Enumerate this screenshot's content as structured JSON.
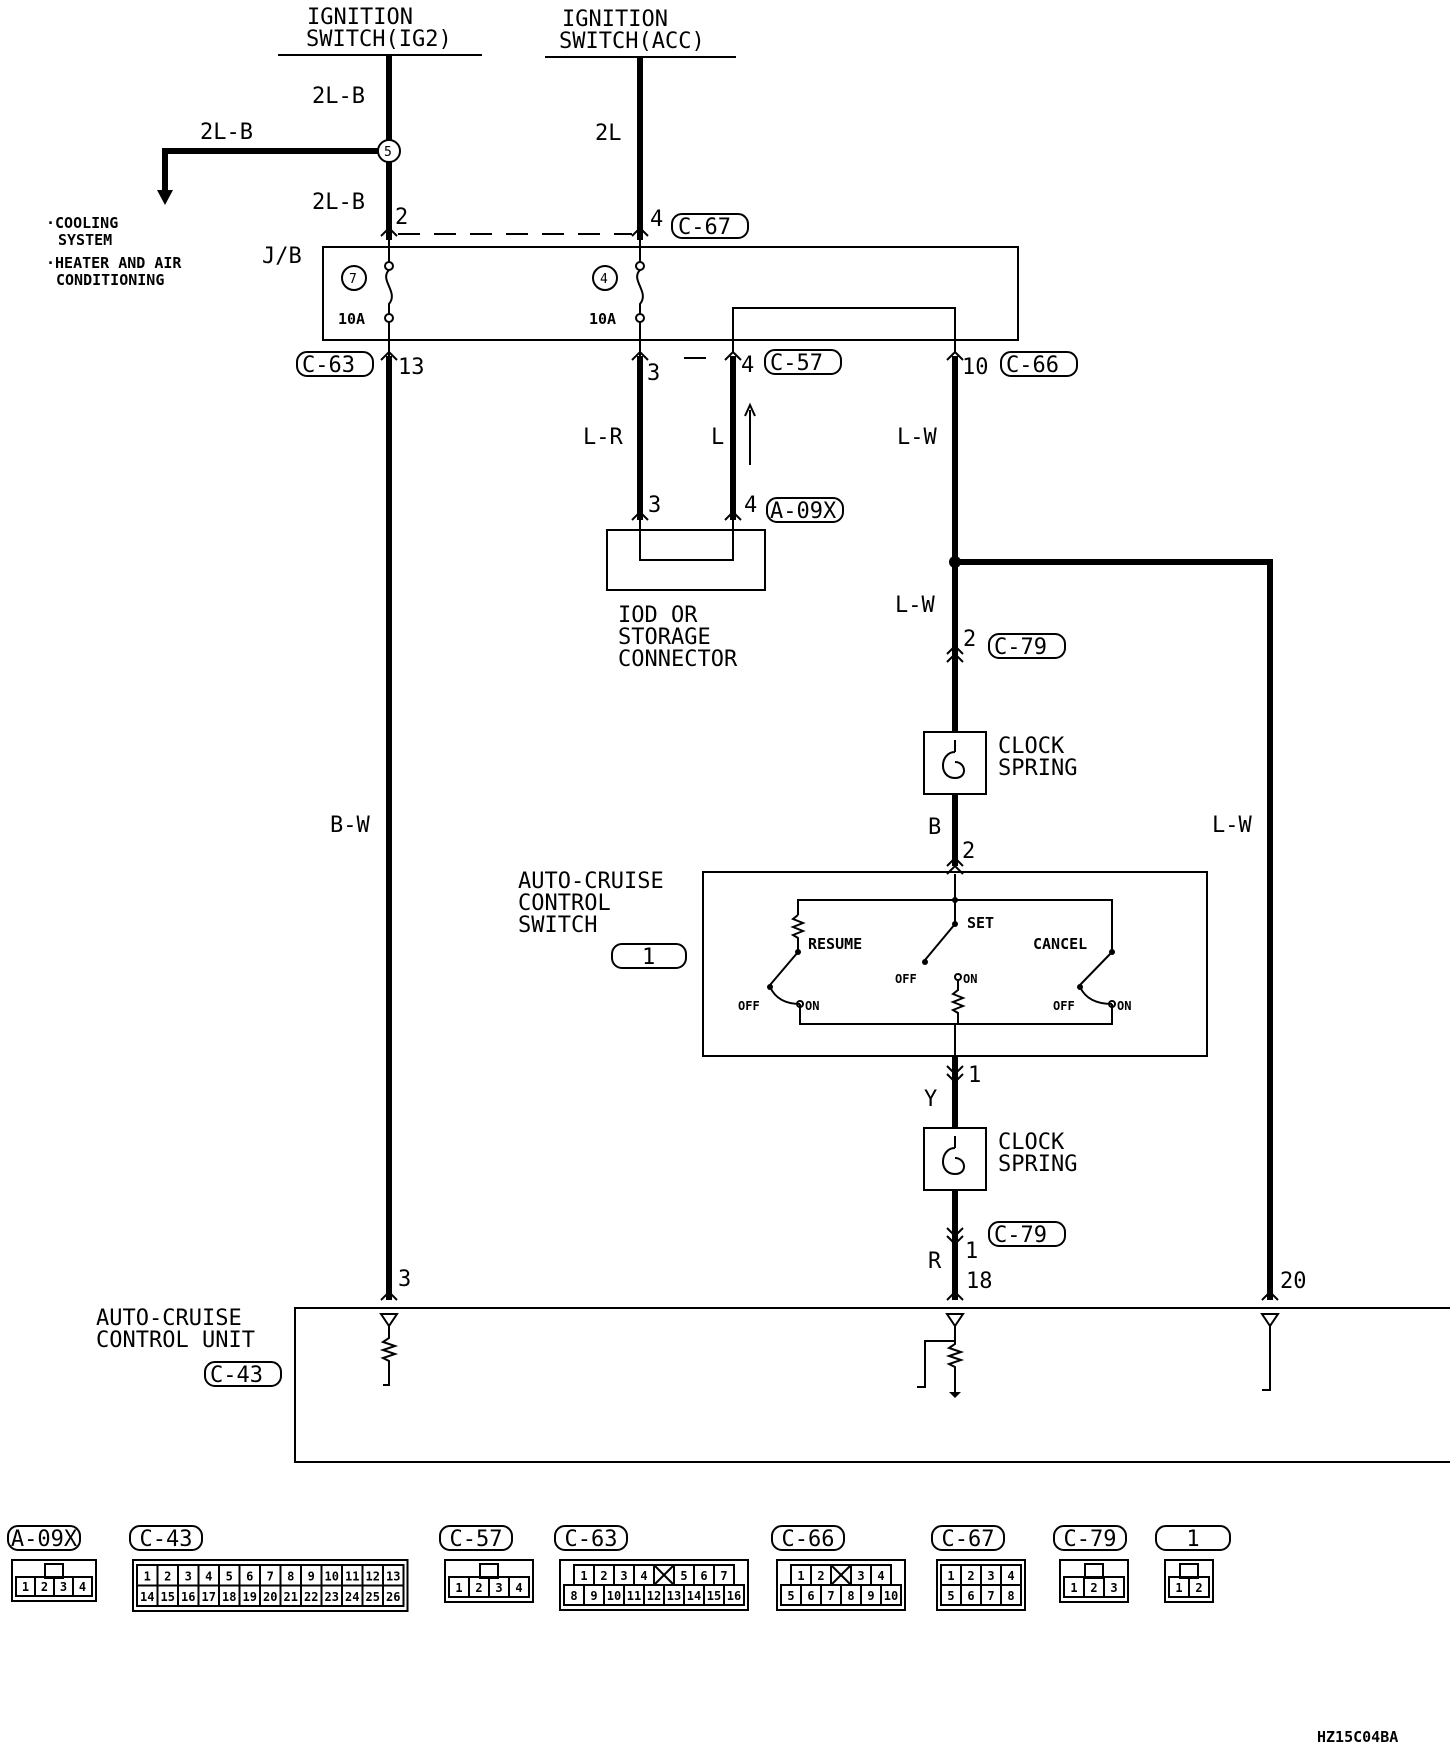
{
  "diagram": {
    "power": {
      "ig2_label_1": "IGNITION",
      "ig2_label_2": "SWITCH(IG2)",
      "acc_label_1": "IGNITION",
      "acc_label_2": "SWITCH(ACC)"
    },
    "wires": {
      "ig2_top": "2L-B",
      "ig2_branch": "2L-B",
      "ig2_lower": "2L-B",
      "acc_top": "2L",
      "c63_wire": "B-W",
      "iod_left": "L-R",
      "iod_right": "L",
      "c66_wire": "L-W",
      "to_clock_spring": "L-W",
      "right_wire": "L-W",
      "clock_to_switch": "B",
      "switch_to_clock": "Y",
      "clock_to_unit": "R"
    },
    "splice": "5",
    "branch_targets": {
      "line1": "·COOLING",
      "line2": "SYSTEM",
      "line3": "·HEATER AND AIR",
      "line4": "CONDITIONING"
    },
    "junction_block": {
      "label": "J/B",
      "fuse_left_num": "7",
      "fuse_left_rating": "10A",
      "fuse_right_num": "4",
      "fuse_right_rating": "10A"
    },
    "connectors": {
      "c67": "C-67",
      "c67_pin_left": "2",
      "c67_pin_right": "4",
      "c63": "C-63",
      "c63_pin": "13",
      "c57": "C-57",
      "c57_pin_left": "3",
      "c57_pin_right": "4",
      "c66": "C-66",
      "c66_pin": "10",
      "a09x": "A-09X",
      "a09x_pin_left": "3",
      "a09x_pin_right": "4",
      "c79_top": "C-79",
      "c79_top_pin": "2",
      "c79_bot": "C-79",
      "c79_bot_pin": "1",
      "switch_pin_top": "2",
      "switch_pin_bot": "1",
      "unit_pin_left": "3",
      "unit_pin_mid": "18",
      "unit_pin_right": "20"
    },
    "iod": {
      "line1": "IOD OR",
      "line2": "STORAGE",
      "line3": "CONNECTOR"
    },
    "clock_spring": {
      "line1": "CLOCK",
      "line2": "SPRING"
    },
    "cruise_switch": {
      "line1": "AUTO-CRUISE",
      "line2": "CONTROL",
      "line3": "SWITCH",
      "tag": "1",
      "resume": "RESUME",
      "set": "SET",
      "cancel": "CANCEL",
      "off": "OFF",
      "on": "ON"
    },
    "control_unit": {
      "line1": "AUTO-CRUISE",
      "line2": "CONTROL UNIT",
      "tag": "C-43"
    },
    "legend": [
      {
        "tag": "A-09X",
        "rows": [
          [
            "1",
            "2",
            "3",
            "4"
          ]
        ]
      },
      {
        "tag": "C-43",
        "rows": [
          [
            "1",
            "2",
            "3",
            "4",
            "5",
            "6",
            "7",
            "8",
            "9",
            "10",
            "11",
            "12",
            "13"
          ],
          [
            "14",
            "15",
            "16",
            "17",
            "18",
            "19",
            "20",
            "21",
            "22",
            "23",
            "24",
            "25",
            "26"
          ]
        ]
      },
      {
        "tag": "C-57",
        "rows": [
          [
            "1",
            "2",
            "3",
            "4"
          ]
        ]
      },
      {
        "tag": "C-63",
        "rows": [
          [
            "1",
            "2",
            "3",
            "4",
            "",
            "5",
            "6",
            "7"
          ],
          [
            "8",
            "9",
            "10",
            "11",
            "12",
            "13",
            "14",
            "15",
            "16"
          ]
        ]
      },
      {
        "tag": "C-66",
        "rows": [
          [
            "1",
            "2",
            "",
            "3",
            "4"
          ],
          [
            "5",
            "6",
            "7",
            "8",
            "9",
            "10"
          ]
        ]
      },
      {
        "tag": "C-67",
        "rows": [
          [
            "1",
            "2",
            "3",
            "4"
          ],
          [
            "5",
            "6",
            "7",
            "8"
          ]
        ]
      },
      {
        "tag": "C-79",
        "rows": [
          [
            "1",
            "2",
            "3"
          ]
        ]
      },
      {
        "tag": "1",
        "rows": [
          [
            "1",
            "2"
          ]
        ]
      }
    ],
    "figure_code": "HZ15C04BA"
  }
}
